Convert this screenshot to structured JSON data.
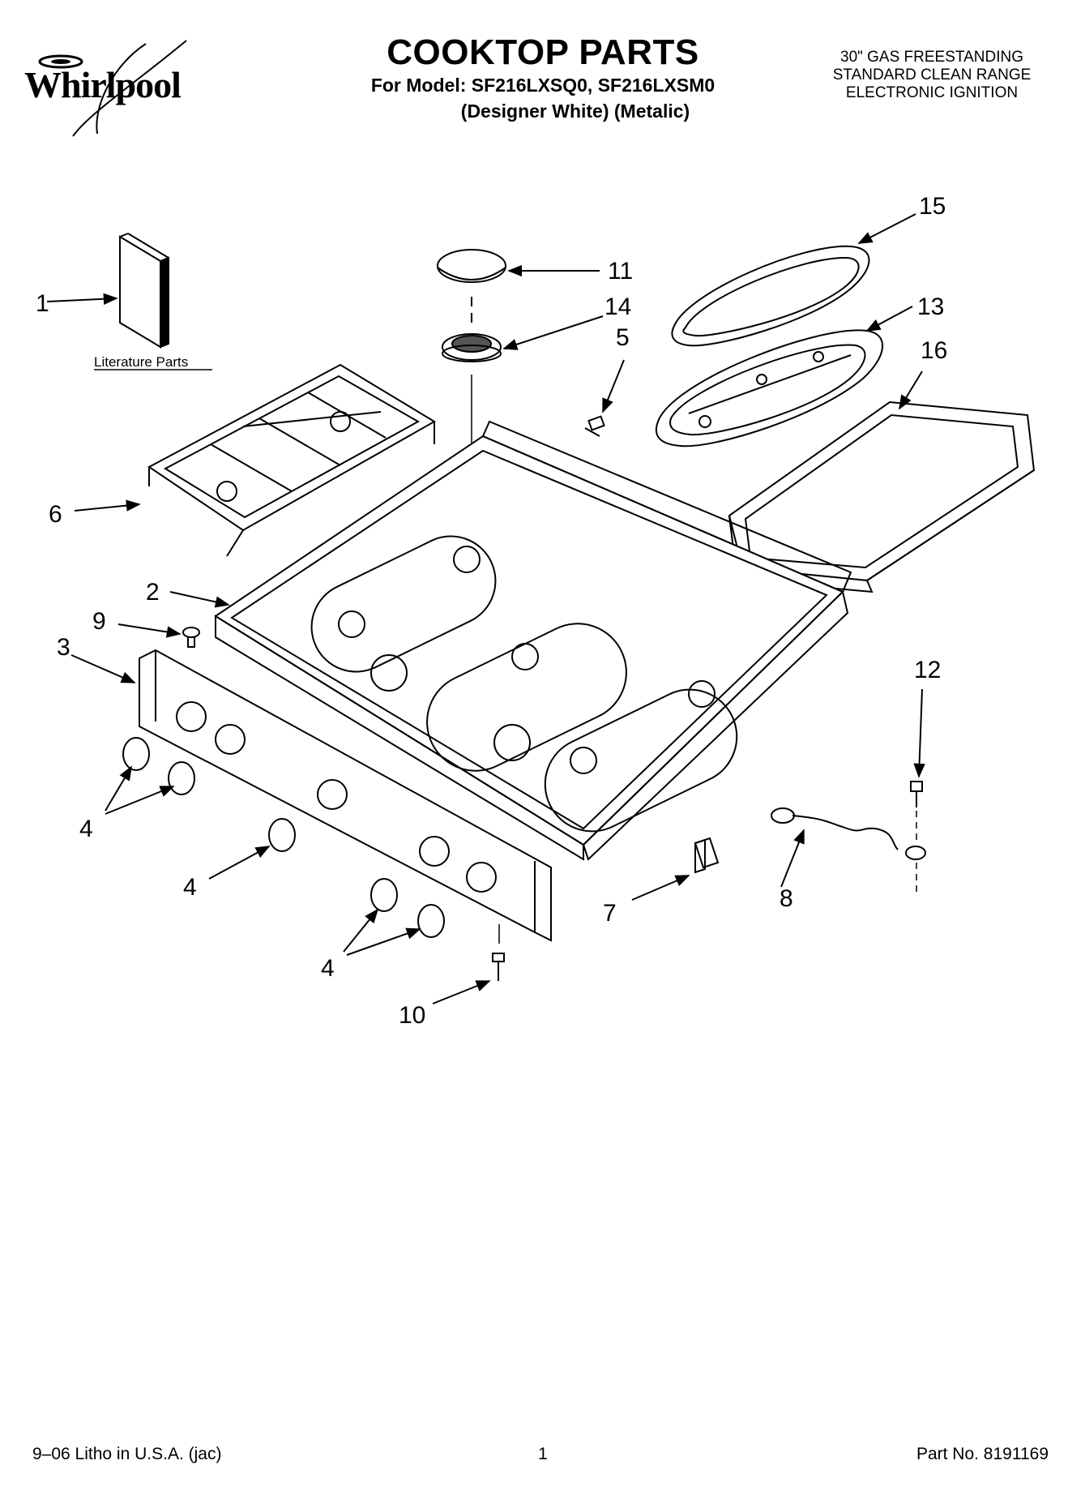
{
  "brand": {
    "name": "Whirlpool"
  },
  "header": {
    "title": "COOKTOP PARTS",
    "model_line": "For Model: SF216LXSQ0, SF216LXSM0",
    "variants_line": "(Designer White)   (Metalic)",
    "description": [
      "30\" GAS FREESTANDING",
      "STANDARD CLEAN RANGE",
      "ELECTRONIC IGNITION"
    ]
  },
  "diagram": {
    "literature_label": "Literature Parts",
    "callouts": [
      "1",
      "2",
      "3",
      "4",
      "4",
      "4",
      "5",
      "6",
      "7",
      "8",
      "9",
      "10",
      "11",
      "12",
      "13",
      "14",
      "15",
      "16"
    ]
  },
  "footer": {
    "print_info": "9–06 Litho in U.S.A. (jac)",
    "page_number": "1",
    "part_number": "Part No. 8191169"
  },
  "colors": {
    "ink": "#000000",
    "paper": "#ffffff"
  }
}
